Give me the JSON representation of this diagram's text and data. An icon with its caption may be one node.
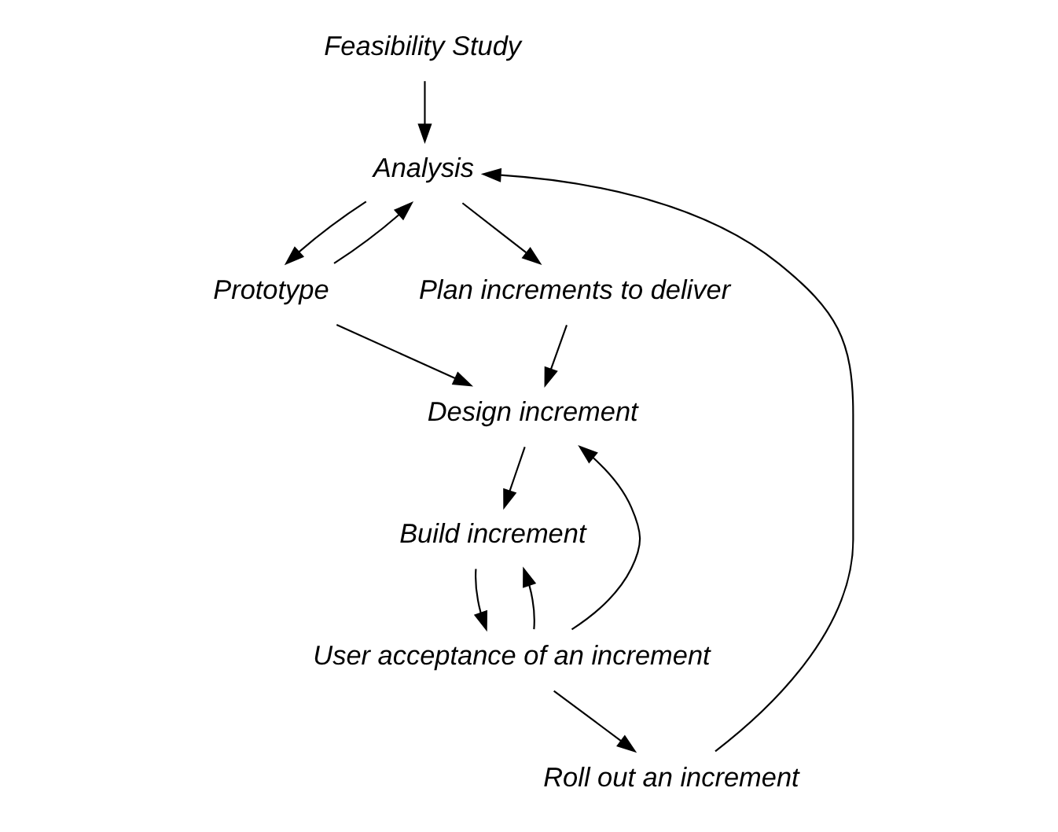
{
  "diagram": {
    "nodes": [
      {
        "text": [
          "Feasibility Study"
        ]
      },
      {
        "text": [
          "Analysis"
        ]
      },
      {
        "text": [
          "Prototype"
        ]
      },
      {
        "text": [
          "Plan increments to deliver"
        ]
      },
      {
        "text": [
          "Design increment"
        ]
      },
      {
        "text": [
          "Build increment"
        ]
      },
      {
        "text": [
          "User acceptance of an increment"
        ]
      },
      {
        "text": [
          "Roll out an increment"
        ]
      }
    ],
    "edges": [
      {
        "from": 0,
        "to": 1,
        "arrow": "to"
      },
      {
        "from": 1,
        "to": 2,
        "arrow": "to"
      },
      {
        "from": 2,
        "to": 1,
        "arrow": "to"
      },
      {
        "from": 1,
        "to": 3,
        "arrow": "to"
      },
      {
        "from": 3,
        "to": 4,
        "arrow": "to"
      },
      {
        "from": 2,
        "to": 4,
        "arrow": "to"
      },
      {
        "from": 4,
        "to": 5,
        "arrow": "to"
      },
      {
        "from": 5,
        "to": 6,
        "arrow": "to"
      },
      {
        "from": 6,
        "to": 5,
        "arrow": "to"
      },
      {
        "from": 6,
        "to": 4,
        "arrow": "to"
      },
      {
        "from": 6,
        "to": 7,
        "arrow": "to"
      },
      {
        "from": 7,
        "to": 1,
        "arrow": "to"
      }
    ]
  }
}
